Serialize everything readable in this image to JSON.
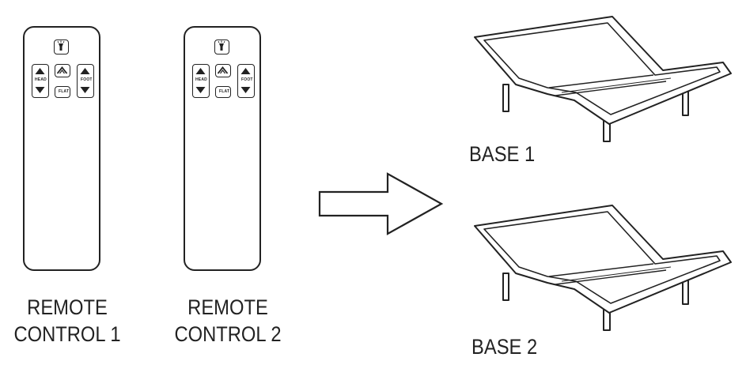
{
  "remotes": [
    {
      "caption_line1": "REMOTE",
      "caption_line2": "CONTROL 1",
      "buttons": {
        "head_label": "HEAD",
        "foot_label": "FOOT",
        "flat_label": "FLAT"
      }
    },
    {
      "caption_line1": "REMOTE",
      "caption_line2": "CONTROL 2",
      "buttons": {
        "head_label": "HEAD",
        "foot_label": "FOOT",
        "flat_label": "FLAT"
      }
    }
  ],
  "bases": [
    {
      "label": "BASE 1"
    },
    {
      "label": "BASE 2"
    }
  ],
  "icons": {
    "remote_light": "flashlight-icon",
    "head_up": "triangle-up-icon",
    "head_down": "triangle-down-icon",
    "preset": "chevron-up-icon",
    "foot_up": "triangle-up-icon",
    "foot_down": "triangle-down-icon",
    "connector": "right-arrow-icon"
  },
  "colors": {
    "line": "#222222",
    "background": "#ffffff"
  }
}
